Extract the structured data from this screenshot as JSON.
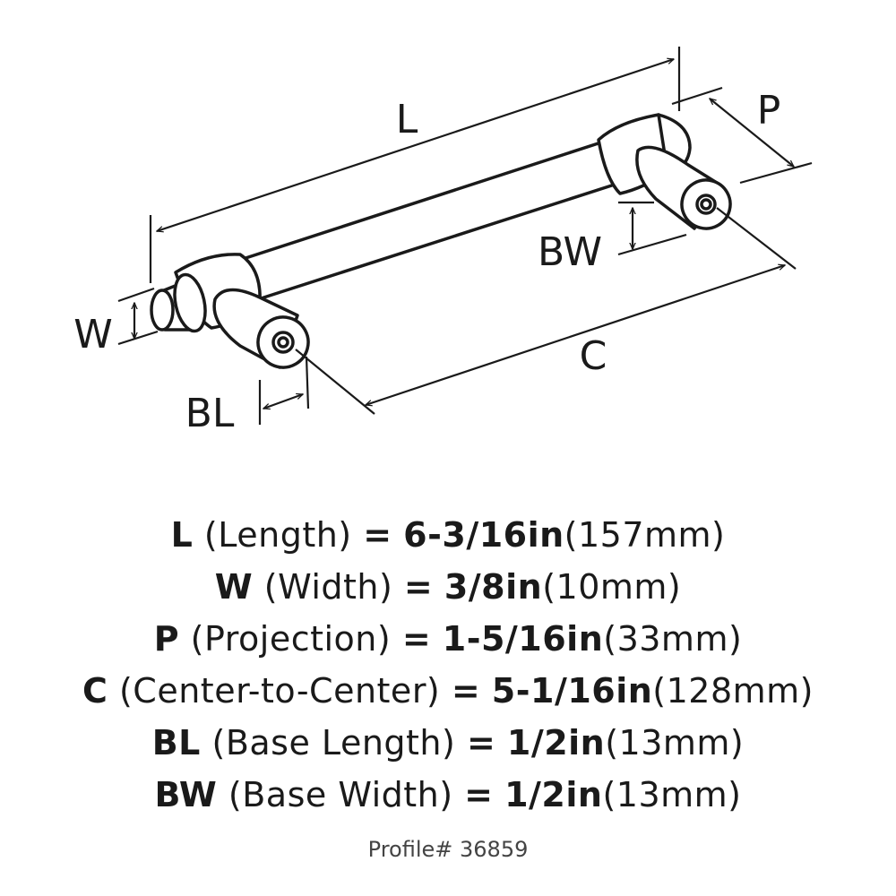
{
  "diagram": {
    "labels": {
      "L": "L",
      "P": "P",
      "W": "W",
      "BW": "BW",
      "C": "C",
      "BL": "BL"
    }
  },
  "specs": [
    {
      "code": "L",
      "name": "(Length)",
      "eq": "=",
      "imperial": "6-3/16in",
      "metric": "(157mm)"
    },
    {
      "code": "W",
      "name": "(Width)",
      "eq": "=",
      "imperial": "3/8in",
      "metric": "(10mm)"
    },
    {
      "code": "P",
      "name": "(Projection)",
      "eq": "=",
      "imperial": "1-5/16in",
      "metric": "(33mm)"
    },
    {
      "code": "C",
      "name": "(Center-to-Center)",
      "eq": "=",
      "imperial": "5-1/16in",
      "metric": "(128mm)"
    },
    {
      "code": "BL",
      "name": "(Base Length)",
      "eq": "=",
      "imperial": "1/2in",
      "metric": "(13mm)"
    },
    {
      "code": "BW",
      "name": "(Base Width)",
      "eq": "=",
      "imperial": "1/2in",
      "metric": "(13mm)"
    }
  ],
  "profile": "Profile# 36859"
}
